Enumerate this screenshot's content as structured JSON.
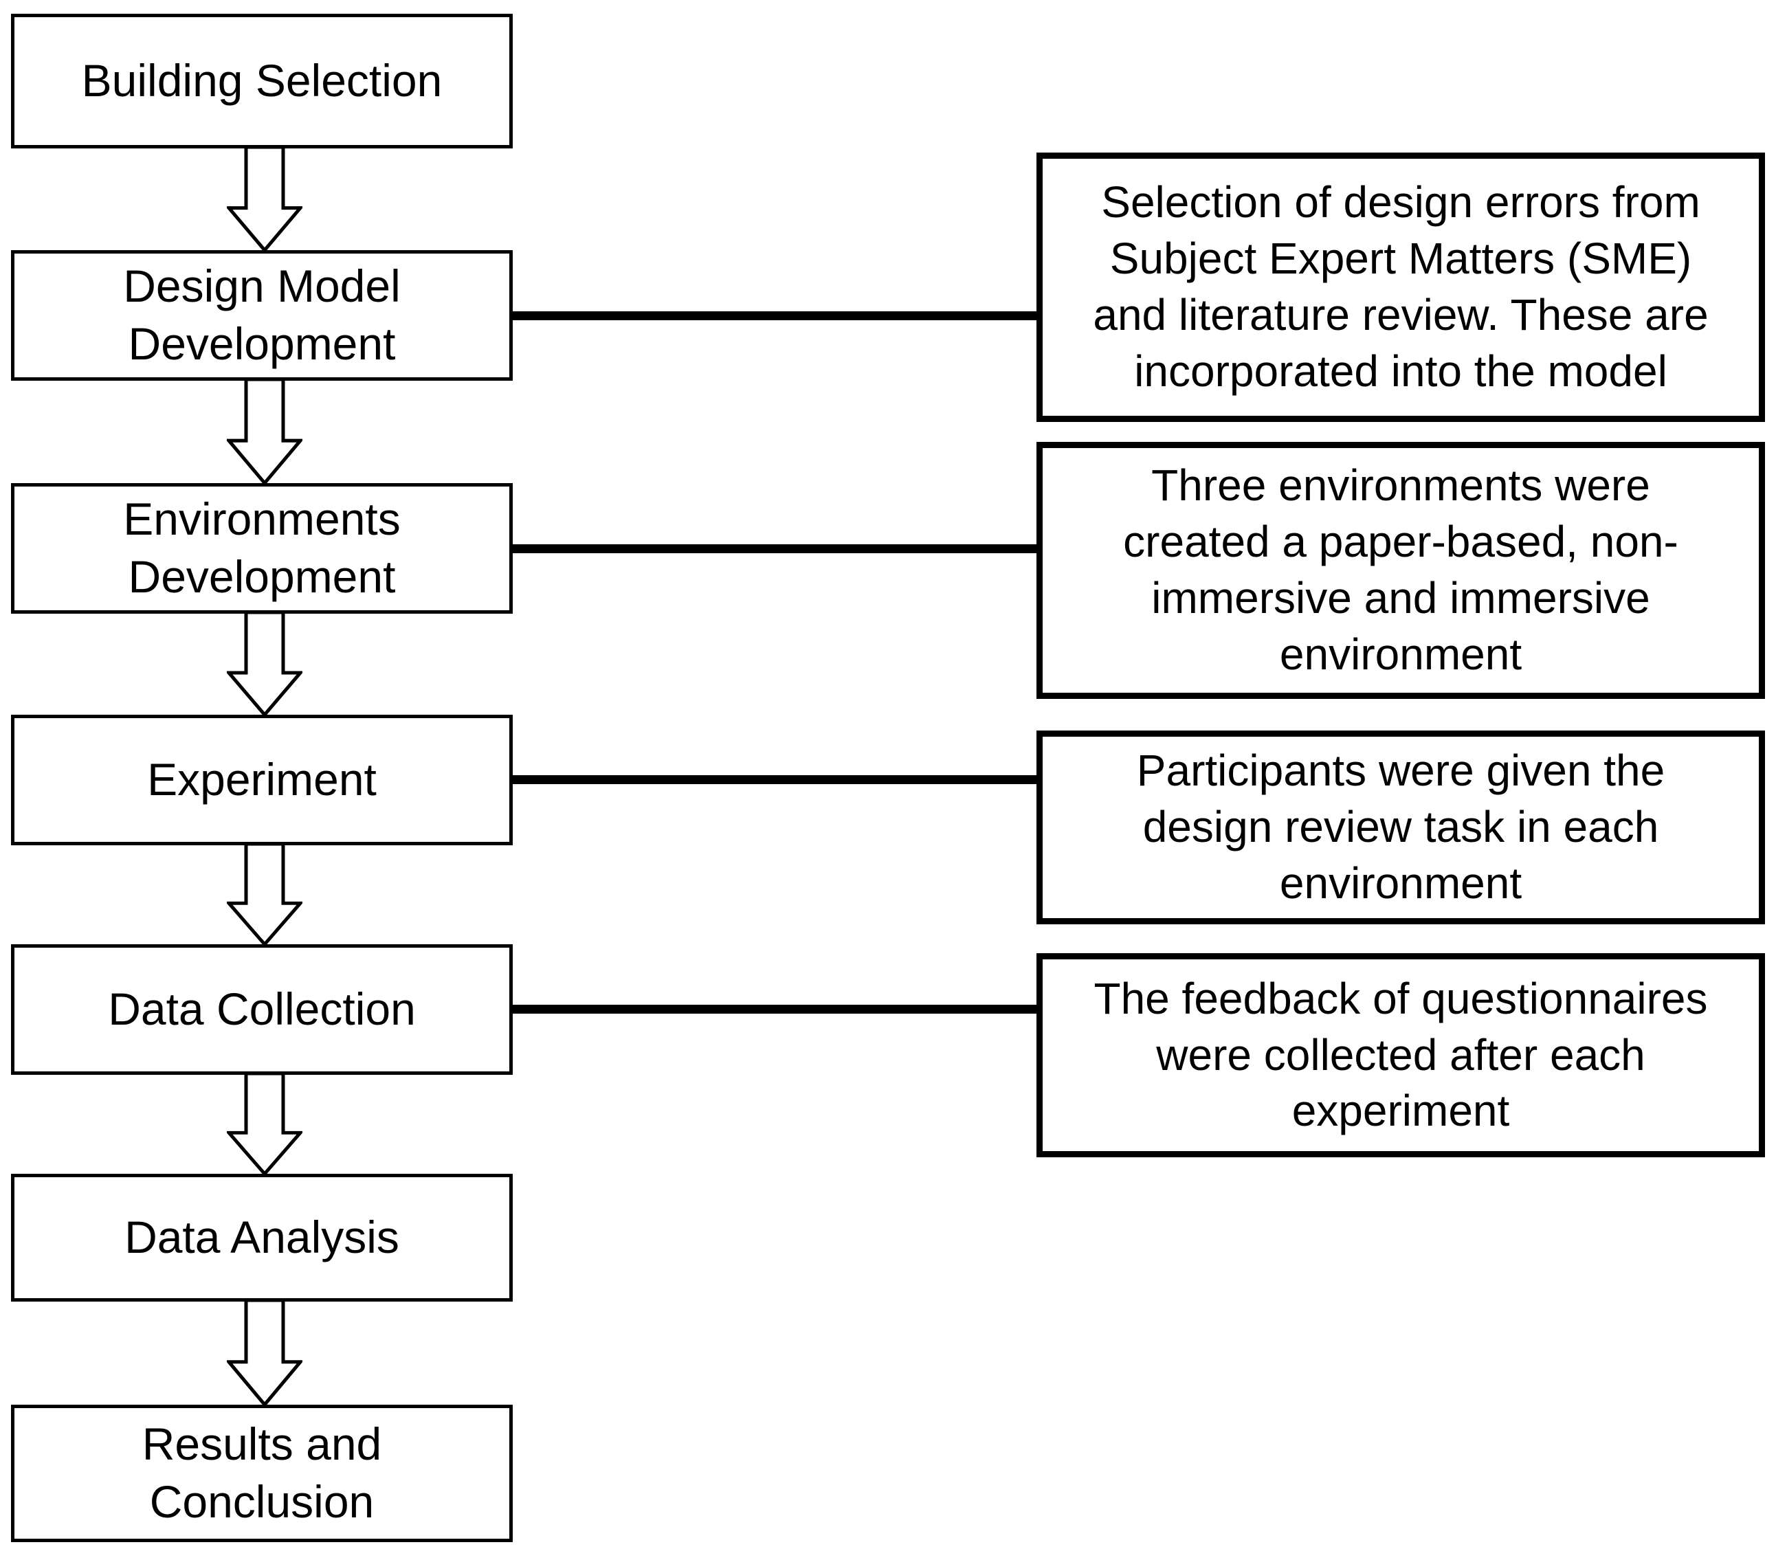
{
  "diagram": {
    "steps": [
      {
        "label": "Building Selection"
      },
      {
        "label": "Design Model\nDevelopment"
      },
      {
        "label": "Environments\nDevelopment"
      },
      {
        "label": "Experiment"
      },
      {
        "label": "Data Collection"
      },
      {
        "label": "Data Analysis"
      },
      {
        "label": "Results and\nConclusion"
      }
    ],
    "annotations": [
      {
        "text": "Selection of design errors from\nSubject Expert Matters (SME)\nand literature review. These are\nincorporated into the model"
      },
      {
        "text": "Three environments were\ncreated a paper-based, non-\nimmersive and immersive\nenvironment"
      },
      {
        "text": "Participants were given the\ndesign review task in each\nenvironment"
      },
      {
        "text": "The feedback of questionnaires\nwere collected after each\nexperiment"
      }
    ],
    "colors": {
      "line": "#000000",
      "fill": "#ffffff"
    }
  }
}
